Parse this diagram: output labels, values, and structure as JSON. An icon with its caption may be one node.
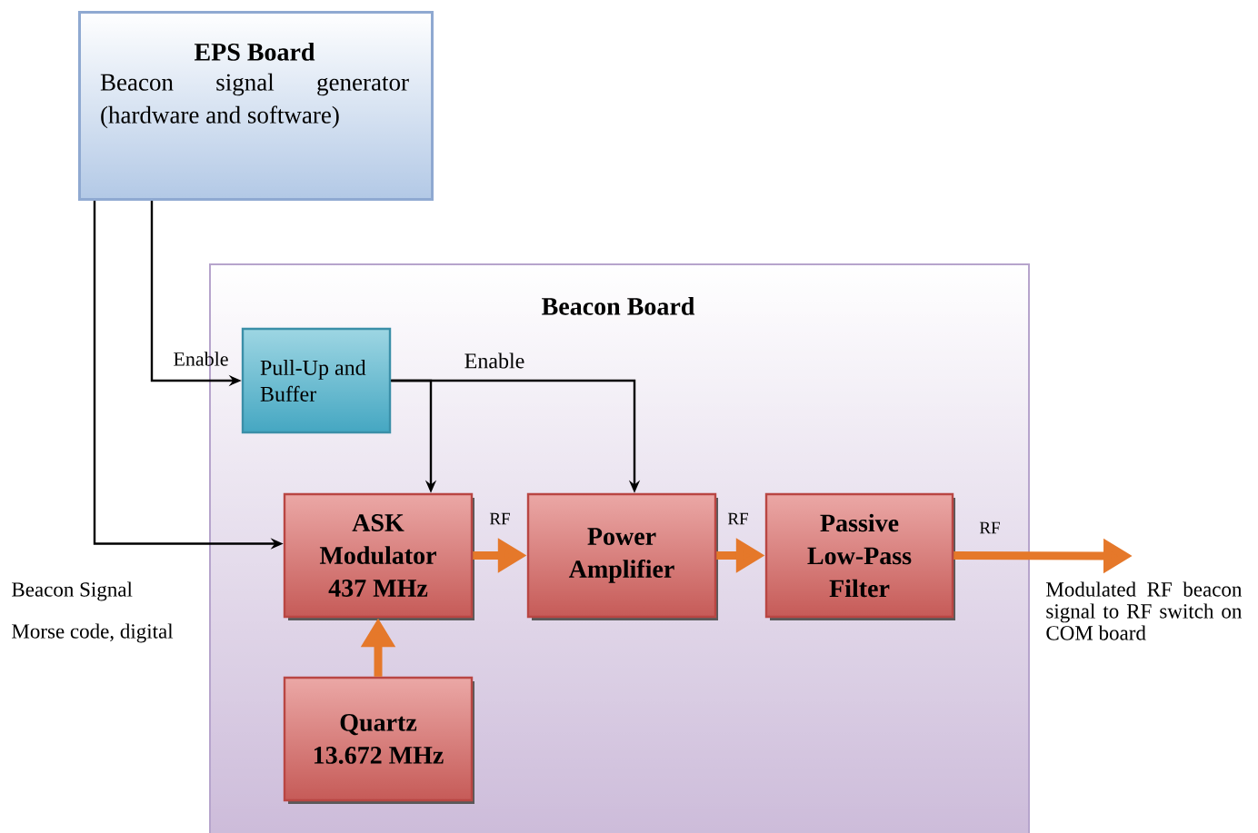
{
  "diagram": {
    "nodes": [
      {
        "text": [
          "EPS Board",
          "Beacon signal generator (hardware and software)"
        ]
      },
      {
        "text": [
          "Beacon Board"
        ]
      },
      {
        "text": [
          "Pull-Up and Buffer"
        ],
        "in": 1
      },
      {
        "text": [
          "ASK Modulator 437 MHz"
        ],
        "in": 1
      },
      {
        "text": [
          "Power Amplifier"
        ],
        "in": 1
      },
      {
        "text": [
          "Passive Low-Pass Filter"
        ],
        "in": 1
      },
      {
        "text": [
          "Quartz 13.672 MHz"
        ],
        "in": 1
      },
      {
        "text": [
          "Modulated RF beacon signal to RF switch on COM board"
        ]
      }
    ],
    "edges": [
      {
        "from": 0,
        "to": 2,
        "arrow": "to",
        "label": "Enable"
      },
      {
        "from": 0,
        "to": 3,
        "arrow": "to"
      },
      {
        "from": 2,
        "to": 3,
        "arrow": "to"
      },
      {
        "from": 2,
        "to": 4,
        "arrow": "to",
        "label": "Enable"
      },
      {
        "from": 3,
        "to": 4,
        "arrow": "to",
        "label": "RF",
        "style": "thick",
        "color": "#e5782a"
      },
      {
        "from": 4,
        "to": 5,
        "arrow": "to",
        "label": "RF",
        "style": "thick",
        "color": "#e5782a"
      },
      {
        "from": 5,
        "to": 7,
        "arrow": "to",
        "label": "RF",
        "style": "thick",
        "color": "#e5782a"
      },
      {
        "from": 6,
        "to": 3,
        "arrow": "to",
        "style": "thick",
        "color": "#e5782a"
      }
    ],
    "labels": [
      "Beacon Signal",
      "Morse code, digital"
    ]
  }
}
